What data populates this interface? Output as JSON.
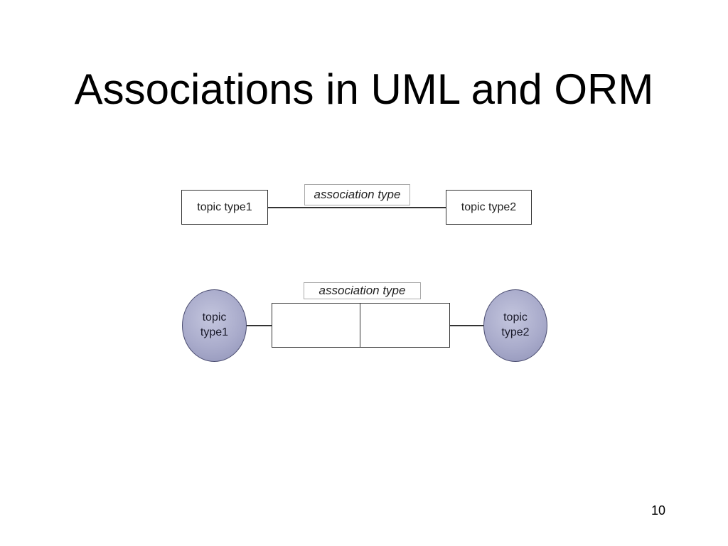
{
  "slide": {
    "title": "Associations in UML and ORM",
    "page_number": "10"
  },
  "uml": {
    "left_box": "topic type1",
    "right_box": "topic type2",
    "association_label": "association type"
  },
  "orm": {
    "left_entity_line1": "topic",
    "left_entity_line2": "type1",
    "right_entity_line1": "topic",
    "right_entity_line2": "type2",
    "association_label": "association type"
  },
  "colors": {
    "entity_fill": "#a9abcb",
    "entity_border": "#4a4c70",
    "line": "#333333"
  }
}
